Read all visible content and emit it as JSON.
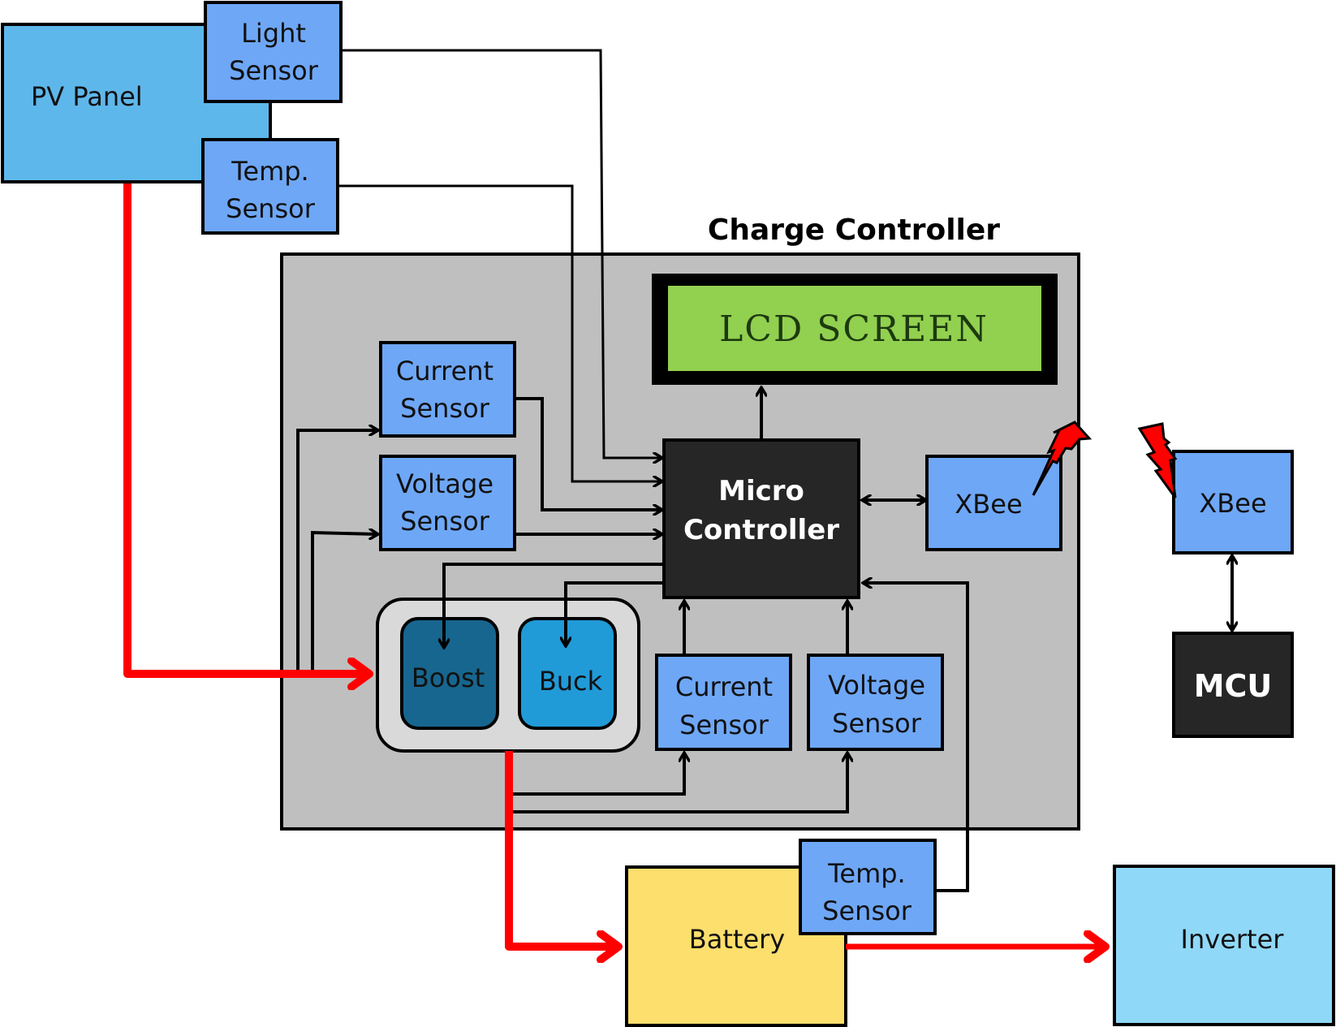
{
  "diagram": {
    "title": "Charge Controller",
    "colors": {
      "pv_panel": "#5eb7ea",
      "sensor": "#6ea7f6",
      "controller_bg": "#bfbfbf",
      "lcd_green": "#92d050",
      "micro": "#262626",
      "boost": "#17668f",
      "buck": "#219ad8",
      "converter_bg": "#d9d9d9",
      "battery": "#fddf6d",
      "inverter": "#90d8f8",
      "power_line": "#ff0000"
    },
    "nodes": {
      "pv_panel": "PV Panel",
      "light_sensor": [
        "Light",
        "Sensor"
      ],
      "pv_temp_sensor": [
        "Temp.",
        "Sensor"
      ],
      "lcd_screen": "LCD SCREEN",
      "input_current_sensor": [
        "Current",
        "Sensor"
      ],
      "input_voltage_sensor": [
        "Voltage",
        "Sensor"
      ],
      "micro_controller": [
        "Micro",
        "Controller"
      ],
      "xbee_local": "XBee",
      "xbee_remote": "XBee",
      "mcu": "MCU",
      "boost": "Boost",
      "buck": "Buck",
      "output_current_sensor": [
        "Current",
        "Sensor"
      ],
      "output_voltage_sensor": [
        "Voltage",
        "Sensor"
      ],
      "battery": "Battery",
      "battery_temp_sensor": [
        "Temp.",
        "Sensor"
      ],
      "inverter": "Inverter"
    },
    "icons": {
      "wireless_local": "lightning-bolt-icon",
      "wireless_remote": "lightning-bolt-icon"
    }
  }
}
